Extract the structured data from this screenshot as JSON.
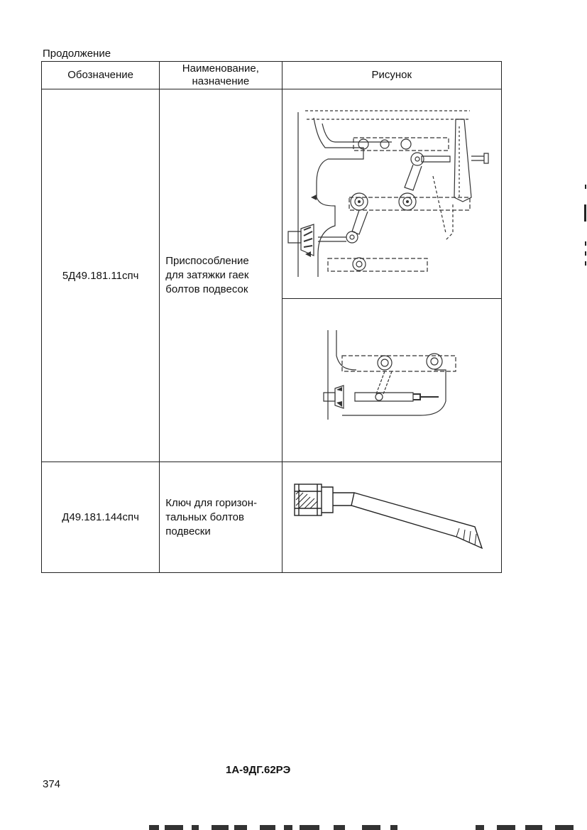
{
  "caption": "Продолжение",
  "table": {
    "headers": [
      "Обозначение",
      "Наименование, назначение",
      "Рисунок"
    ],
    "rows": [
      {
        "code": "5Д49.181.11спч",
        "name_lines": [
          "Приспособление",
          "для затяжки гаек",
          "болтов подвесок"
        ],
        "figures": [
          "tightening-fixture-view-1",
          "tightening-fixture-view-2"
        ]
      },
      {
        "code": "Д49.181.144спч",
        "name_lines": [
          "Ключ для горизон-",
          "тальных болтов",
          "подвески"
        ],
        "figures": [
          "wrench-drawing"
        ]
      }
    ]
  },
  "footer": {
    "document_code": "1А-9ДГ.62РЭ",
    "page_number": "374"
  }
}
